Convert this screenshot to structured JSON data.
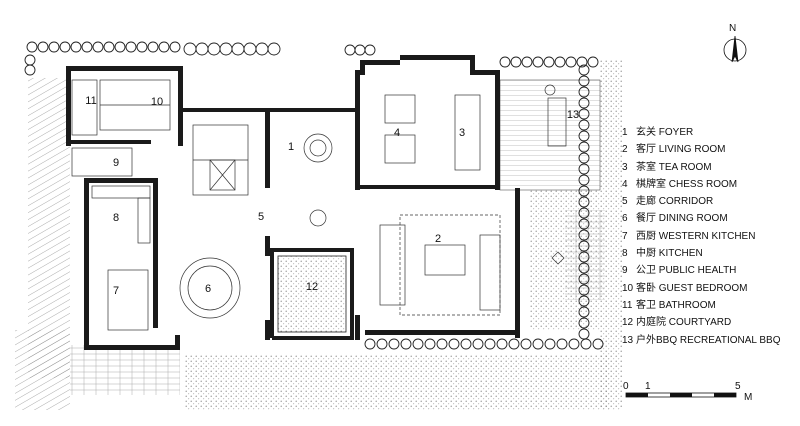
{
  "compass": {
    "label": "N"
  },
  "legend": [
    {
      "num": "1",
      "zh": "玄关",
      "en": "FOYER"
    },
    {
      "num": "2",
      "zh": "客厅",
      "en": "LIVING ROOM"
    },
    {
      "num": "3",
      "zh": "茶室",
      "en": "TEA ROOM"
    },
    {
      "num": "4",
      "zh": "棋牌室",
      "en": "CHESS ROOM"
    },
    {
      "num": "5",
      "zh": "走廊",
      "en": "CORRIDOR"
    },
    {
      "num": "6",
      "zh": "餐厅",
      "en": "DINING ROOM"
    },
    {
      "num": "7",
      "zh": "西厨",
      "en": "WESTERN KITCHEN"
    },
    {
      "num": "8",
      "zh": "中厨",
      "en": "KITCHEN"
    },
    {
      "num": "9",
      "zh": "公卫",
      "en": "PUBLIC HEALTH"
    },
    {
      "num": "10",
      "zh": "客卧",
      "en": "GUEST BEDROOM"
    },
    {
      "num": "11",
      "zh": "客卫",
      "en": "BATHROOM"
    },
    {
      "num": "12",
      "zh": "内庭院",
      "en": "COURTYARD"
    },
    {
      "num": "13",
      "zh": "户外BBQ",
      "en": "RECREATIONAL BBQ"
    }
  ],
  "room_labels": [
    "1",
    "2",
    "3",
    "4",
    "5",
    "6",
    "7",
    "8",
    "9",
    "10",
    "11",
    "12",
    "13"
  ],
  "scale": {
    "ticks": [
      "0",
      "1",
      "5"
    ],
    "unit": "M"
  }
}
